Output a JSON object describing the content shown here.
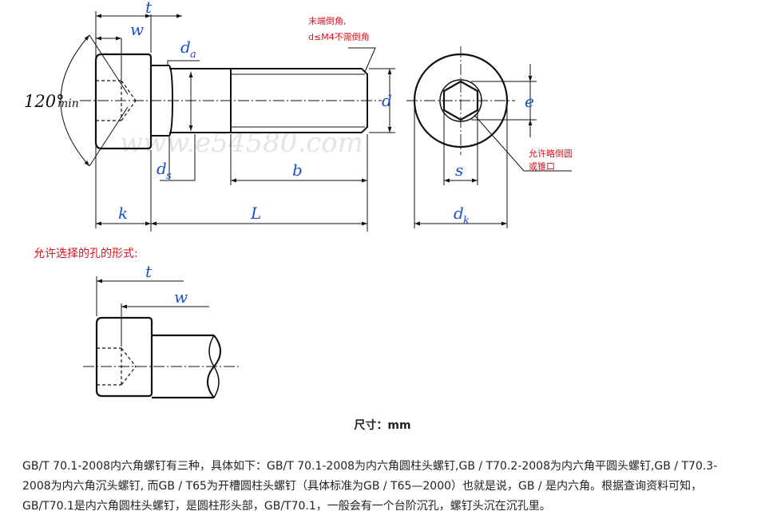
{
  "drawing": {
    "label_t": "t",
    "label_w": "w",
    "label_d_a": {
      "base": "d",
      "sub": "a"
    },
    "label_d": "d",
    "label_e": "e",
    "label_d_s": {
      "base": "d",
      "sub": "s"
    },
    "label_b": "b",
    "label_s": "s",
    "label_k": "k",
    "label_L": "L",
    "label_d_k": {
      "base": "d",
      "sub": "k"
    },
    "label_angle": {
      "value": "120°",
      "suffix": "min"
    },
    "note_end_chamfer_line1": "末端倒角,",
    "note_end_chamfer_line2": "d≤M4不需倒角",
    "note_round_line1": "允许略倒圆",
    "note_round_line2": "或锥口",
    "watermark": "www.e54580.com",
    "section_title": "允许选择的孔的形式:",
    "label_t2": "t",
    "label_w2": "w"
  },
  "caption": "尺寸：mm",
  "paragraph": "GB/T 70.1-2008内六角螺钉有三种，具体如下：GB/T 70.1-2008为内六角圆柱头螺钉,GB / T70.2-2008为内六角平圆头螺钉,GB / T70.3-2008为内六角沉头螺钉, 而GB / T65为开槽圆柱头螺钉（具体标准为GB / T65—2000）也就是说，GB / 是内六角。根据查询资料可知，GB/T70.1是内六角圆柱头螺钉，是圆柱形头部，GB/T70.1，一般会有一个台阶沉孔，螺钉头沉在沉孔里。",
  "colors": {
    "dimension_label": "#1f4fc8",
    "note": "#d6141e",
    "line": "#111111"
  }
}
